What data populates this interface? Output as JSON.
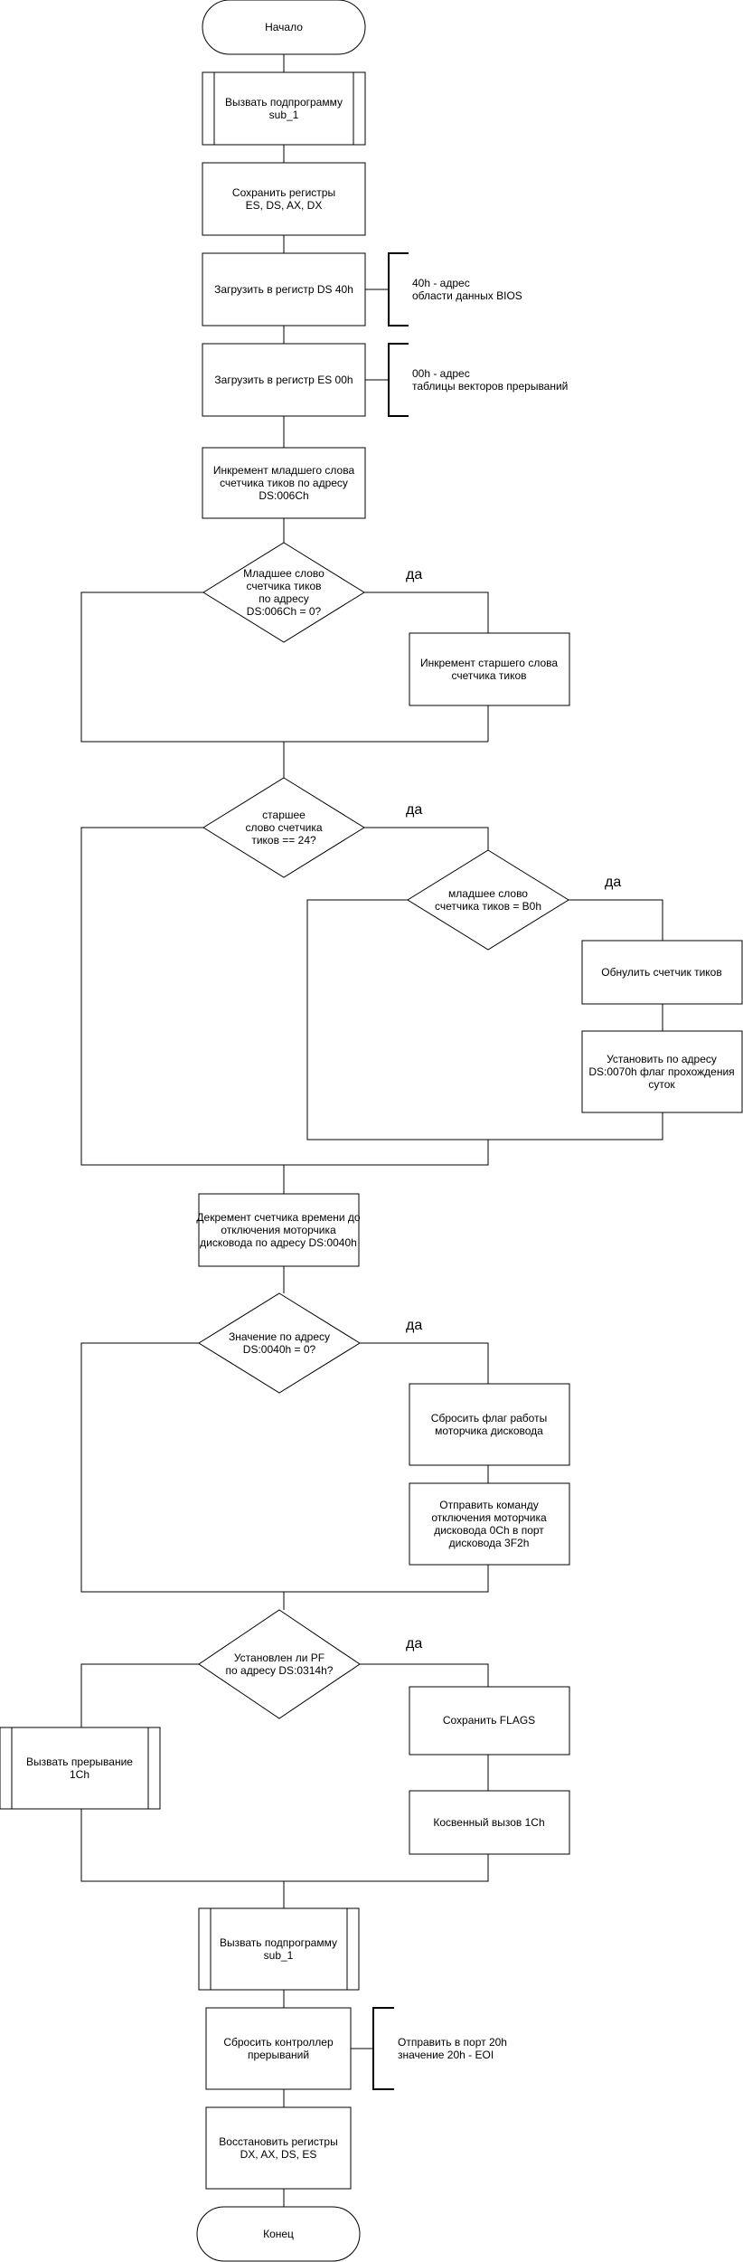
{
  "flowchart": {
    "start": "Начало",
    "call_sub1_top": [
      "Вызвать подпрограмму",
      "sub_1"
    ],
    "save_regs": [
      "Сохранить регистры",
      "ES, DS, AX, DX"
    ],
    "load_ds": [
      "Загрузить в регистр DS 40h"
    ],
    "load_ds_note": [
      "40h - адрес",
      "области данных BIOS"
    ],
    "load_es": [
      "Загрузить в регистр ES 00h"
    ],
    "load_es_note": [
      "00h - адрес",
      "таблицы векторов прерываний"
    ],
    "inc_low": [
      "Инкремент младшего слова",
      "счетчика тиков по адресу",
      "DS:006Ch"
    ],
    "dec_low_zero": [
      "Младшее слово",
      "счетчика тиков",
      "по адресу",
      "DS:006Ch = 0?"
    ],
    "inc_high": [
      "Инкремент старшего слова",
      "счетчика тиков"
    ],
    "dec_high24": [
      "старшее",
      "слово счетчика",
      "тиков == 24?"
    ],
    "dec_lowB0": [
      "младшее слово",
      "счетчика тиков = B0h"
    ],
    "reset_counter": [
      "Обнулить счетчик тиков"
    ],
    "set_day_flag": [
      "Установить по адресу",
      "DS:0070h флаг прохождения",
      "суток"
    ],
    "dec_motor": [
      "Декремент счетчика времени до",
      "отключения моторчика",
      "дисковода по адресу DS:0040h"
    ],
    "dec_motor_zero": [
      "Значение по адресу",
      "DS:0040h = 0?"
    ],
    "reset_motor_flag": [
      "Сбросить флаг работы",
      "моторчика дисковода"
    ],
    "send_motor_off": [
      "Отправить команду",
      "отключения моторчика",
      "дисковода 0Ch в порт",
      "дисковода 3F2h"
    ],
    "dec_pf": [
      "Установлен ли PF",
      "по адресу DS:0314h?"
    ],
    "call_int1c": [
      "Вызвать прерывание",
      "1Ch"
    ],
    "save_flags": [
      "Сохранить FLAGS"
    ],
    "indirect_call": [
      "Косвенный вызов 1Ch"
    ],
    "call_sub1_bottom": [
      "Вызвать подпрограмму",
      "sub_1"
    ],
    "reset_pic": [
      "Сбросить контроллер",
      "прерываний"
    ],
    "reset_pic_note": [
      "Отправить в порт 20h",
      "значение 20h - EOI"
    ],
    "restore_regs": [
      "Восстановить регистры",
      "DX, AX, DS, ES"
    ],
    "end": "Конец",
    "yes_label": "да"
  }
}
